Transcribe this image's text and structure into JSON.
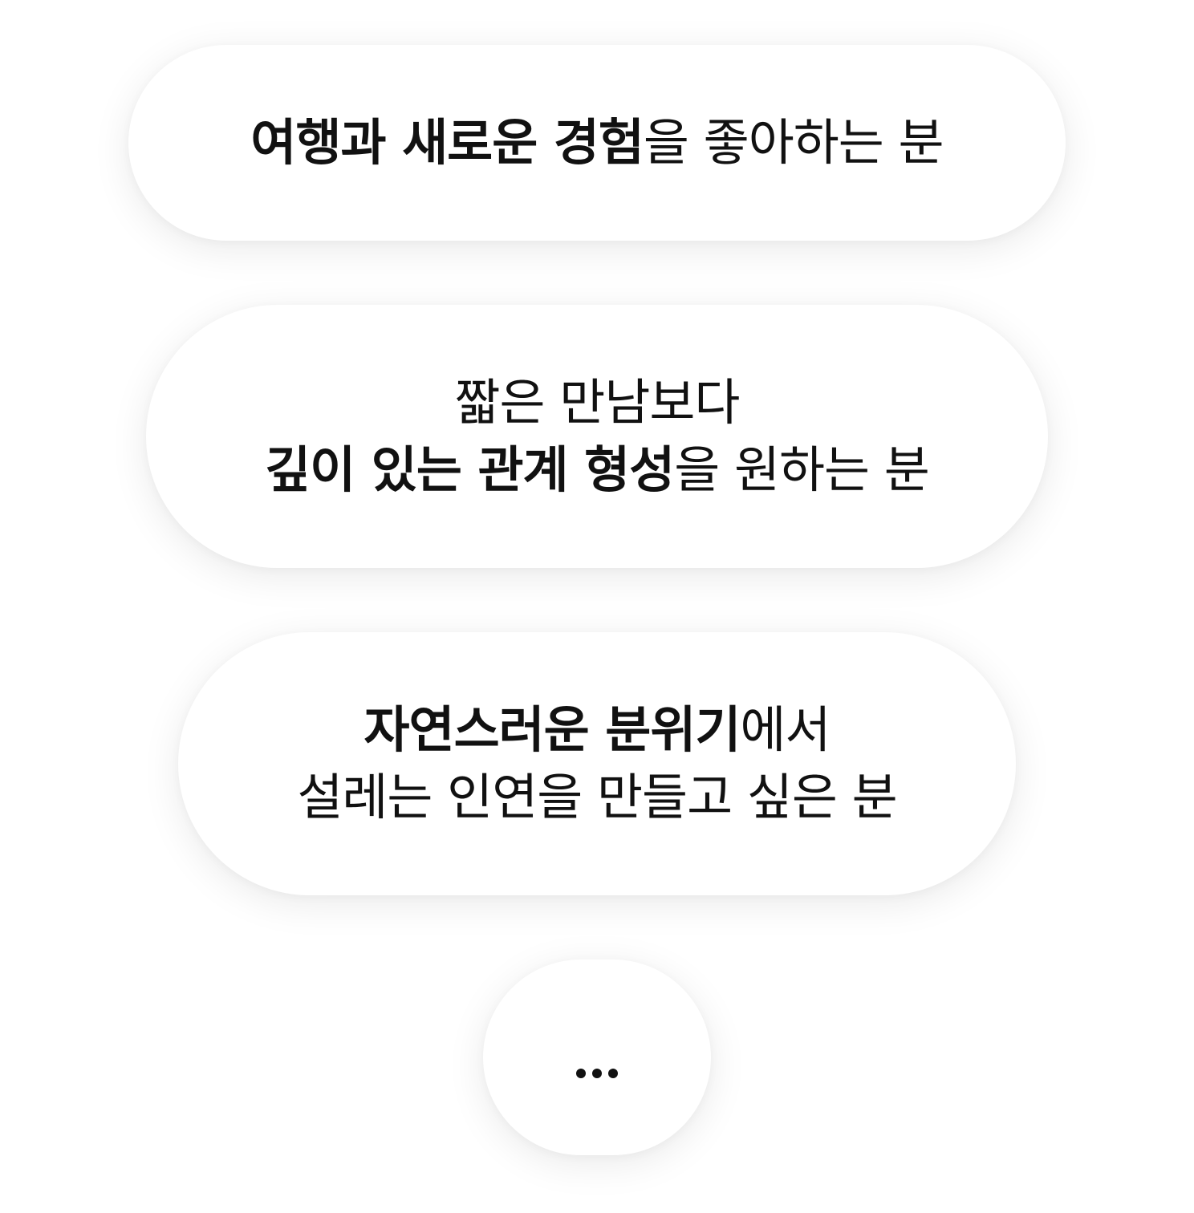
{
  "cards": [
    {
      "lines": [
        {
          "bold": "여행과 새로운 경험",
          "regular": "을 좋아하는 분"
        }
      ]
    },
    {
      "lines": [
        {
          "regular": "짧은 만남보다"
        },
        {
          "bold": "깊이 있는 관계 형성",
          "regular": "을 원하는 분"
        }
      ]
    },
    {
      "lines": [
        {
          "bold": "자연스러운 분위기",
          "regular": "에서"
        },
        {
          "regular": "설레는 인연을 만들고 싶은 분"
        }
      ]
    }
  ],
  "more": {
    "icon": "ellipsis-icon"
  }
}
